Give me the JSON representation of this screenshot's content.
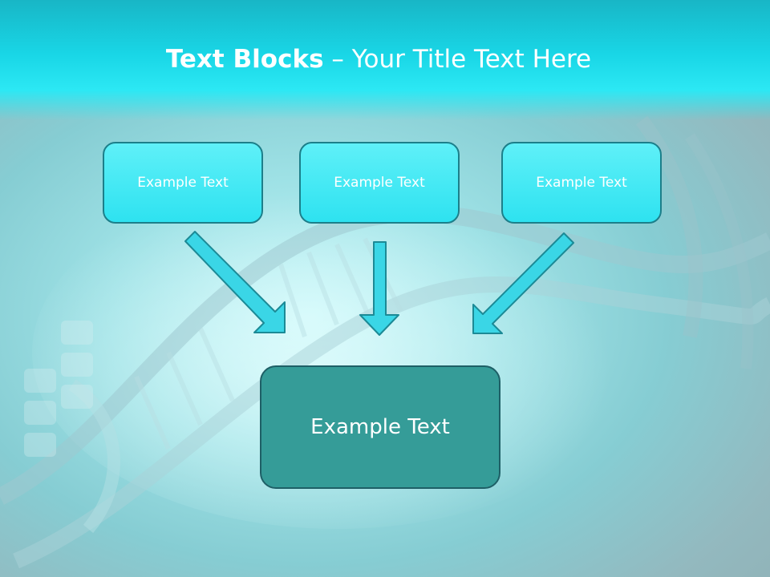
{
  "slide": {
    "title_bold": "Text Blocks",
    "title_separator": " – ",
    "title_rest": "Your Title Text Here"
  },
  "boxes": {
    "left": "Example Text",
    "center": "Example Text",
    "right": "Example Text",
    "bottom": "Example Text"
  },
  "colors": {
    "header": "#19d6e6",
    "small_box_fill": "#2ee2f0",
    "small_box_border": "#1c7f8a",
    "big_box_fill": "#359c98",
    "big_box_border": "#1e5f66",
    "arrow_fill": "#3ad6e6",
    "arrow_stroke": "#1c8a96"
  },
  "decor": {
    "background_icon": "dna-helix-icon"
  }
}
